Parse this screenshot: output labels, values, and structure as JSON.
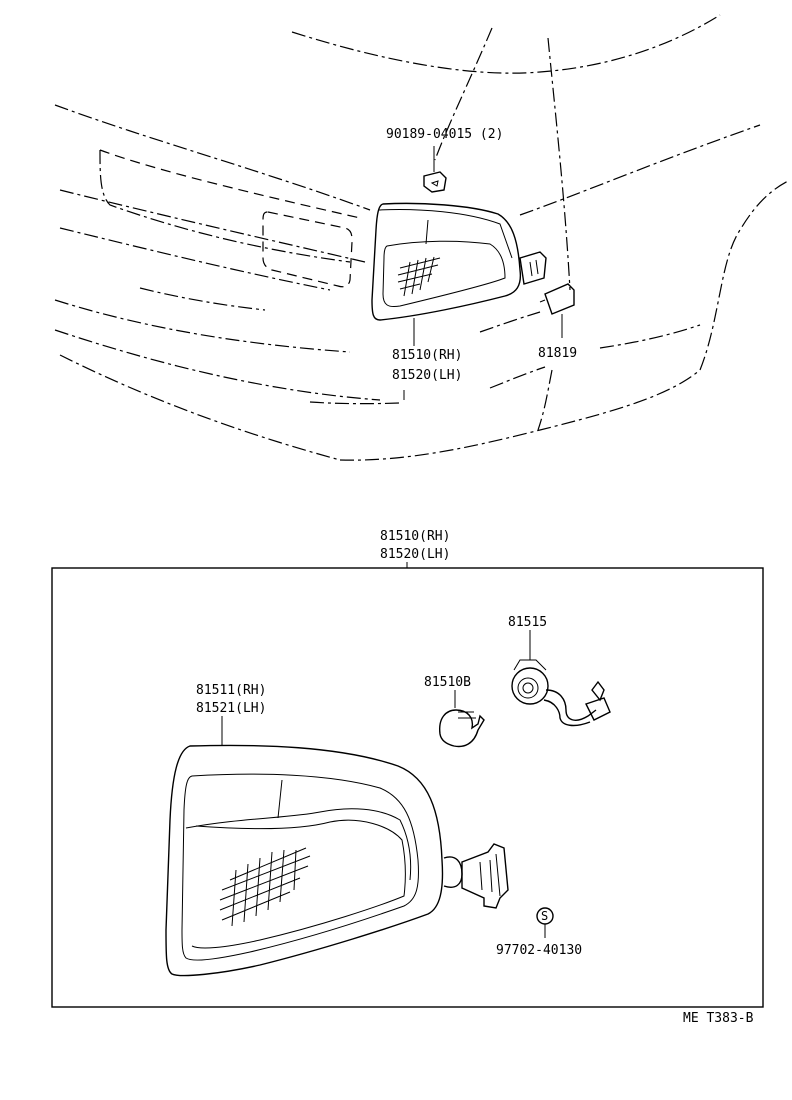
{
  "labels": {
    "clip_part": "90189-04015 (2)",
    "lamp_rh_top": "81510(RH)",
    "lamp_lh_top": "81520(LH)",
    "cover_part": "81819",
    "assembly_rh": "81510(RH)",
    "assembly_lh": "81520(LH)",
    "socket_part": "81515",
    "bulb_part": "81510B",
    "lens_rh": "81511(RH)",
    "lens_lh": "81521(LH)",
    "screw_symbol": "S",
    "screw_part": "97702-40130",
    "figure_code": "ME T383-B"
  }
}
